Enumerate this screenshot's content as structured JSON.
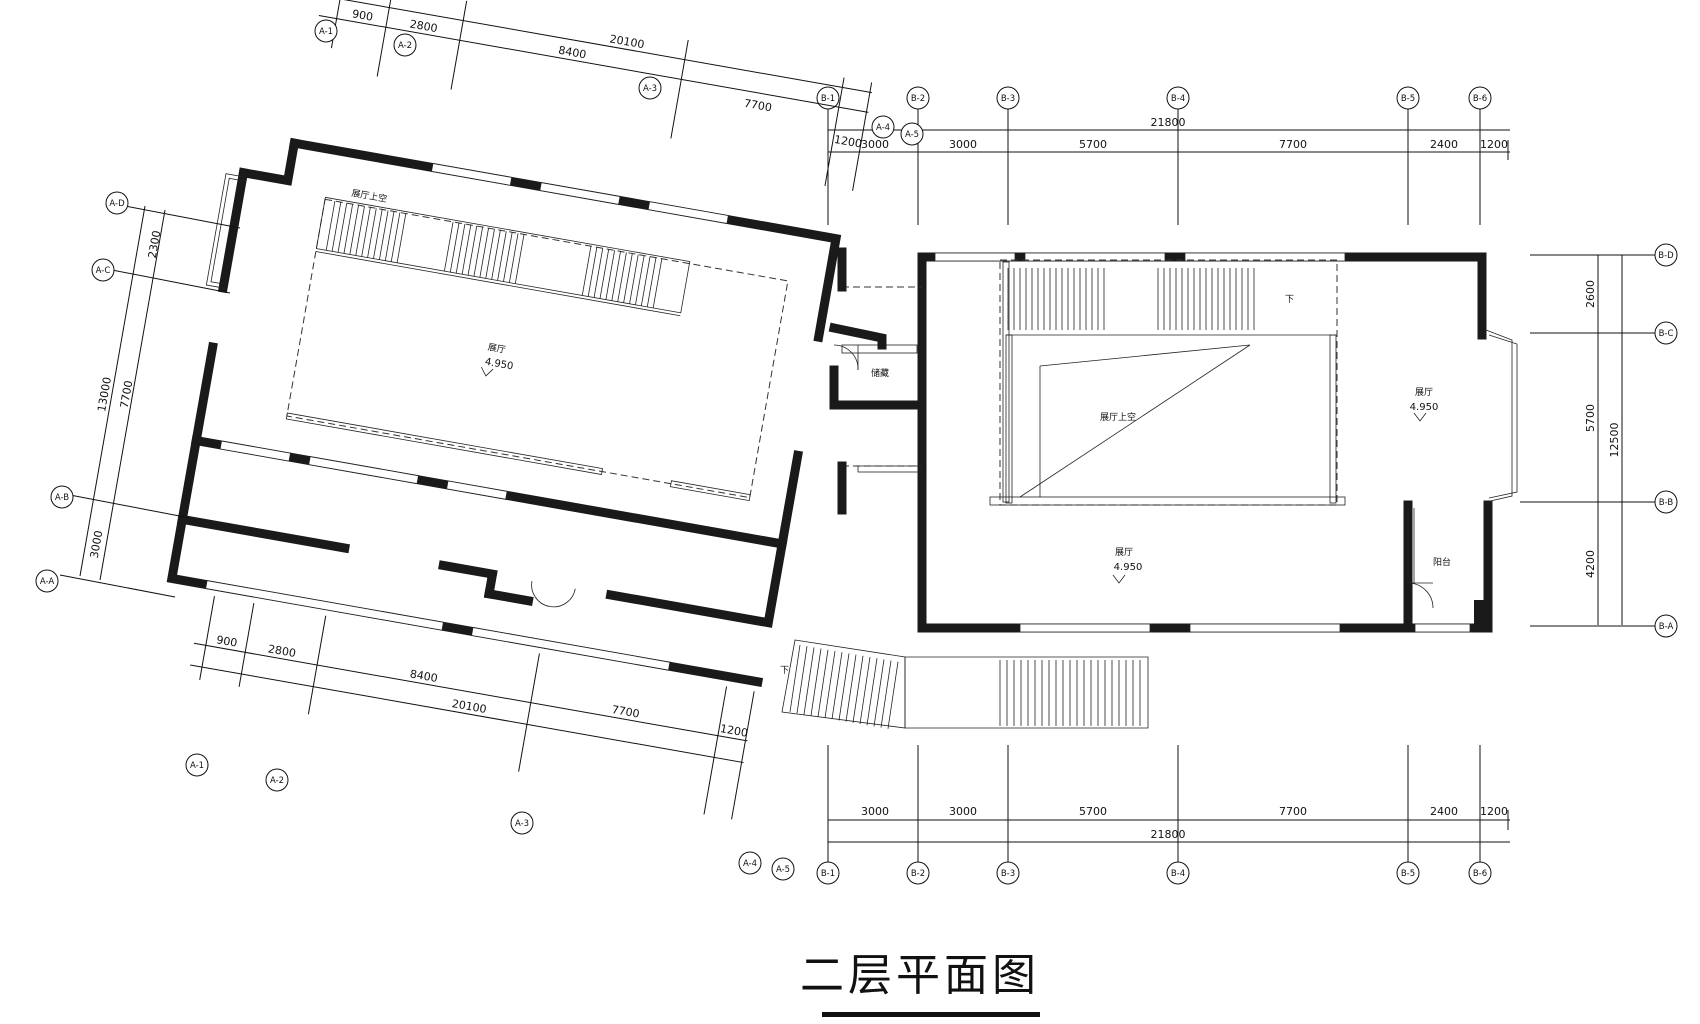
{
  "title": "二层平面图",
  "axes_a": [
    "A-1",
    "A-2",
    "A-3",
    "A-4",
    "A-5"
  ],
  "axes_a_rows": [
    "A-D",
    "A-C",
    "A-B",
    "A-A"
  ],
  "axes_b": [
    "B-1",
    "B-2",
    "B-3",
    "B-4",
    "B-5",
    "B-6"
  ],
  "axes_b_rows": [
    "B-D",
    "B-C",
    "B-B",
    "B-A"
  ],
  "dims_a_top": {
    "segments": [
      "900",
      "2800",
      "8400",
      "7700",
      "1200"
    ],
    "total": "20100"
  },
  "dims_a_bottom": {
    "segments": [
      "900",
      "2800",
      "8400",
      "7700",
      "1200"
    ],
    "total": "20100"
  },
  "dims_a_left": {
    "segments": [
      "2300",
      "7700",
      "3000"
    ],
    "total": "13000"
  },
  "dims_b_top": {
    "segments": [
      "3000",
      "3000",
      "5700",
      "7700",
      "2400",
      "1200"
    ],
    "total": "21800"
  },
  "dims_b_bottom": {
    "segments": [
      "3000",
      "3000",
      "5700",
      "7700",
      "2400",
      "1200"
    ],
    "total": "21800"
  },
  "dims_b_right": {
    "segments": [
      "2600",
      "5700",
      "4200"
    ],
    "total": "12500"
  },
  "rooms": {
    "hall_void_left": "展厅上空",
    "storage": "储藏",
    "hall_left": "展厅",
    "hall_left_elev": "4.950",
    "hall_void_right": "展厅上空",
    "hall_right_upper": "展厅",
    "hall_right_upper_elev": "4.950",
    "hall_right_lower": "展厅",
    "hall_right_lower_elev": "4.950",
    "balcony": "阳台"
  },
  "stair_marks": {
    "down_right": "下",
    "down_bottom": "下"
  }
}
